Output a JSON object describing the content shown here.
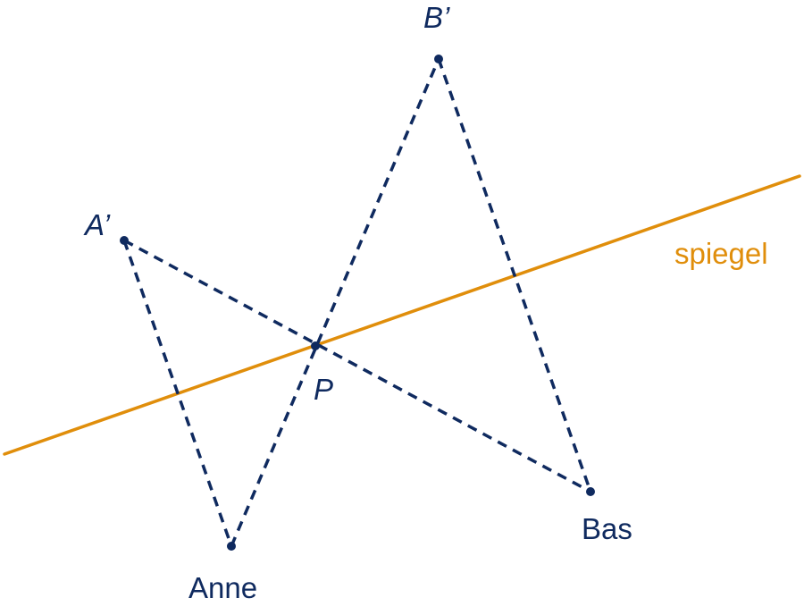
{
  "colors": {
    "mirror": "#E08E0B",
    "construction": "#0F2A5F",
    "point": "#0F2A5F",
    "label": "#0F2A5F",
    "mirror_label": "#E08E0B"
  },
  "labels": {
    "mirror": "spiegel",
    "a_image": "A’",
    "b_image": "B’",
    "p": "P",
    "anne": "Anne",
    "bas": "Bas"
  }
}
